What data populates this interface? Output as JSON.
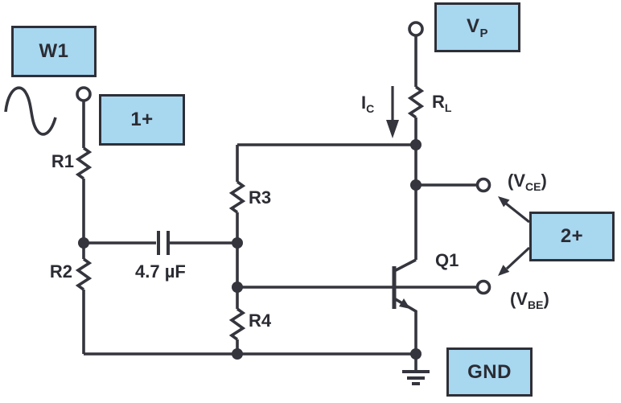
{
  "boxes": {
    "w1": "W1",
    "ch1": "1+",
    "vp_main": "V",
    "vp_sub": "P",
    "ch2": "2+",
    "gnd": "GND"
  },
  "labels": {
    "r1": "R1",
    "r2": "R2",
    "r3": "R3",
    "r4": "R4",
    "cap": "4.7 µF",
    "ic_main": "I",
    "ic_sub": "C",
    "rl_main": "R",
    "rl_sub": "L",
    "q1": "Q1",
    "vce_pre": "(V",
    "vce_sub": "CE",
    "vce_post": ")",
    "vbe_pre": "(V",
    "vbe_sub": "BE",
    "vbe_post": ")"
  },
  "colors": {
    "box_fill": "#a8d7f0",
    "box_border": "#2e2f37",
    "ink": "#34353d",
    "text": "#2b2c33"
  }
}
